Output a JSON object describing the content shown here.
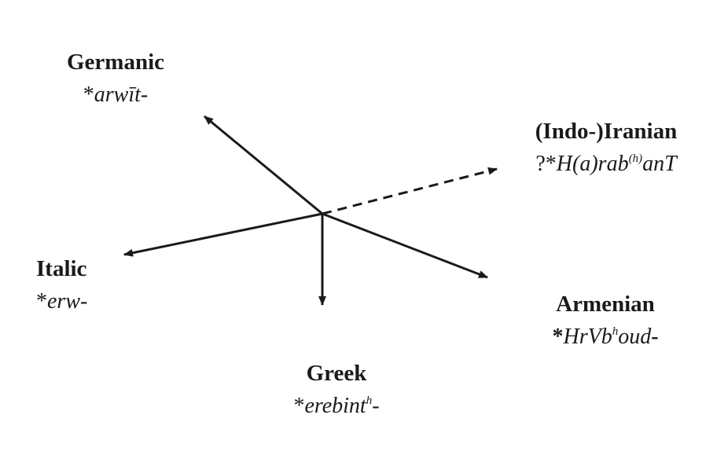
{
  "branches": {
    "germanic": {
      "name": "Germanic",
      "prefix": "*",
      "form": "arwīt-"
    },
    "iranian": {
      "name": "(Indo-)Iranian",
      "prefix": "?*",
      "form_a": "H(a)rab",
      "superscript": "(h)",
      "form_b": "anT"
    },
    "italic": {
      "name": "Italic",
      "prefix": "*",
      "form": "erw-"
    },
    "armenian": {
      "name": "Armenian",
      "prefix": "*",
      "form_a": "HrVb",
      "superscript": "h",
      "form_b": "oud",
      "suffix": "-"
    },
    "greek": {
      "name": "Greek",
      "prefix": "*",
      "form_a": "erebint",
      "superscript": "h",
      "suffix": "-"
    }
  },
  "arrows": [
    {
      "target": "germanic",
      "style": "solid"
    },
    {
      "target": "iranian",
      "style": "dashed"
    },
    {
      "target": "italic",
      "style": "solid"
    },
    {
      "target": "armenian",
      "style": "solid"
    },
    {
      "target": "greek",
      "style": "solid"
    }
  ],
  "colors": {
    "ink": "#1a1a1a",
    "background": "#ffffff"
  }
}
